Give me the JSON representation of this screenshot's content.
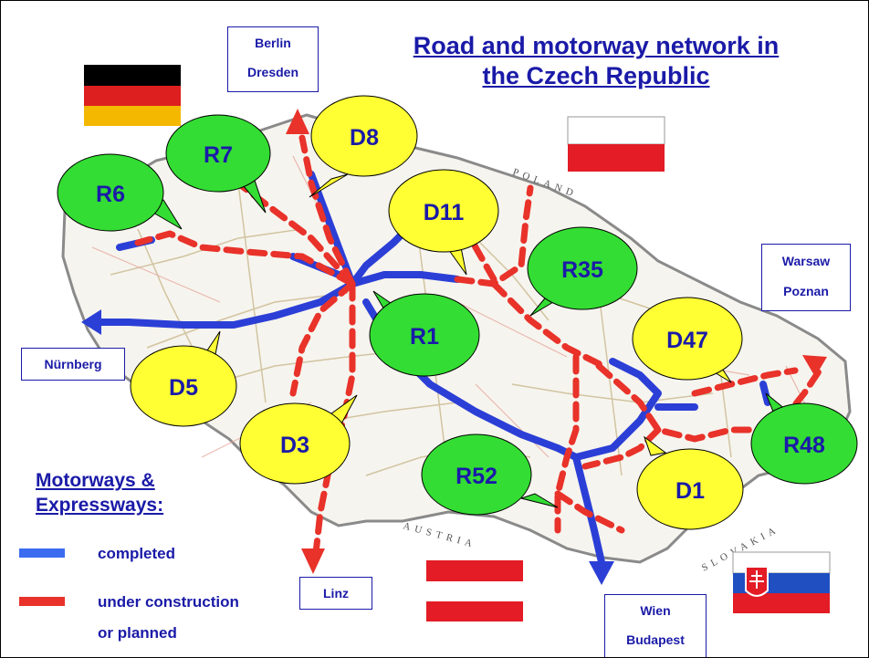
{
  "title": {
    "line1": "Road and motorway network in",
    "line2": "the Czech Republic"
  },
  "city_boxes": {
    "berlin": "Berlin",
    "dresden": "Dresden",
    "warsaw": "Warsaw",
    "poznan": "Poznan",
    "nurnberg": "Nürnberg",
    "linz": "Linz",
    "wien": "Wien",
    "budapest": "Budapest"
  },
  "country_labels": {
    "poland": "POLAND",
    "austria": "AUSTRIA",
    "slovakia": "SLOVAKIA"
  },
  "roads": {
    "D8": "D8",
    "R7": "R7",
    "R6": "R6",
    "D11": "D11",
    "R35": "R35",
    "R1": "R1",
    "D5": "D5",
    "D3": "D3",
    "D47": "D47",
    "R48": "R48",
    "R52": "R52",
    "D1": "D1"
  },
  "legend": {
    "heading_line1": "Motorways &",
    "heading_line2": "Expressways:",
    "completed": "completed",
    "under_construction": "under construction",
    "or_planned": "or planned"
  },
  "colors": {
    "completed": "#2b3fd6",
    "planned": "#e8322a",
    "motorway_bubble": "#ffff33",
    "expressway_bubble": "#33dd33",
    "text_blue": "#1a1aa8"
  },
  "flags": [
    "germany-flag",
    "poland-flag",
    "austria-flag",
    "slovakia-flag"
  ]
}
